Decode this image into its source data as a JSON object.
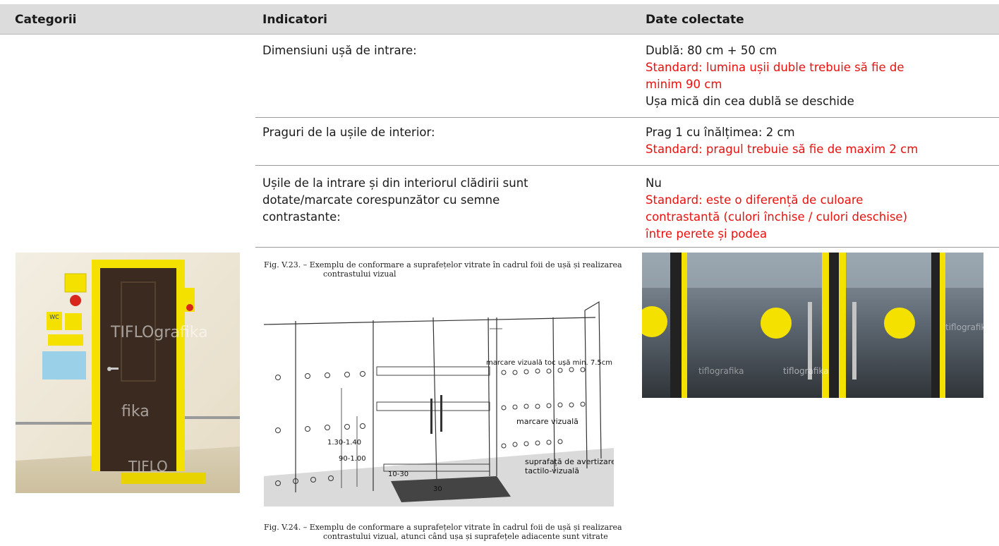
{
  "header": {
    "col1": "Categorii",
    "col2": "Indicatori",
    "col3": "Date colectate"
  },
  "rows": [
    {
      "indicator": "Dimensiuni ușă de intrare:",
      "data": [
        "Dublă: 80 cm + 50 cm"
      ],
      "standard": [
        "Standard: lumina ușii duble trebuie să fie de",
        "minim 90 cm"
      ],
      "note": "Ușa mică din cea dublă se deschide"
    },
    {
      "indicator": "Praguri de la ușile de interior:",
      "data": [
        "Prag 1 cu înălțimea: 2 cm"
      ],
      "standard": [
        "Standard: pragul trebuie să fie de maxim 2 cm"
      ]
    },
    {
      "indicator_lines": [
        "Ușile de la intrare și din interiorul clădirii sunt",
        "dotate/marcate corespunzător cu semne",
        "contrastante:"
      ],
      "data": [
        "Nu"
      ],
      "standard": [
        "Standard: este o diferență de culoare",
        "contrastantă (culori închise / culori deschise)",
        "între perete și podea"
      ]
    }
  ],
  "figure_diagram": {
    "caption_top": [
      "Fig. V.23.  –   Exemplu de conformare a suprafețelor vitrate în cadrul foii de ușă și realizarea",
      "contrastului  vizual"
    ],
    "labels": {
      "toc": "marcare vizuală toc ușă min. 7.5cm",
      "marcare": "marcare vizuală",
      "suprafata": [
        "suprafață de avertizare",
        "tactilo-vizuală"
      ],
      "h1": "1.30-1.40",
      "h2": "90-1.00",
      "h3": "10-30",
      "w": "30"
    },
    "caption_bottom": [
      "Fig. V.24.  –   Exemplu de conformare a suprafețelor vitrate în cadrul foii de ușă și realizarea",
      "contrastului vizual, atunci când ușa și suprafețele adiacente sunt vitrate"
    ]
  },
  "photo_door": {
    "watermark1": "TIFLOgrafika",
    "watermark2": "fika",
    "watermark3": "TIFLO",
    "sign_wc": "WC"
  },
  "photo_glass": {
    "watermark": "tiflografika"
  },
  "colors": {
    "header_bg": "#dcdcdc",
    "standard_red": "#e8110d",
    "accent_yellow": "#f5e100"
  }
}
